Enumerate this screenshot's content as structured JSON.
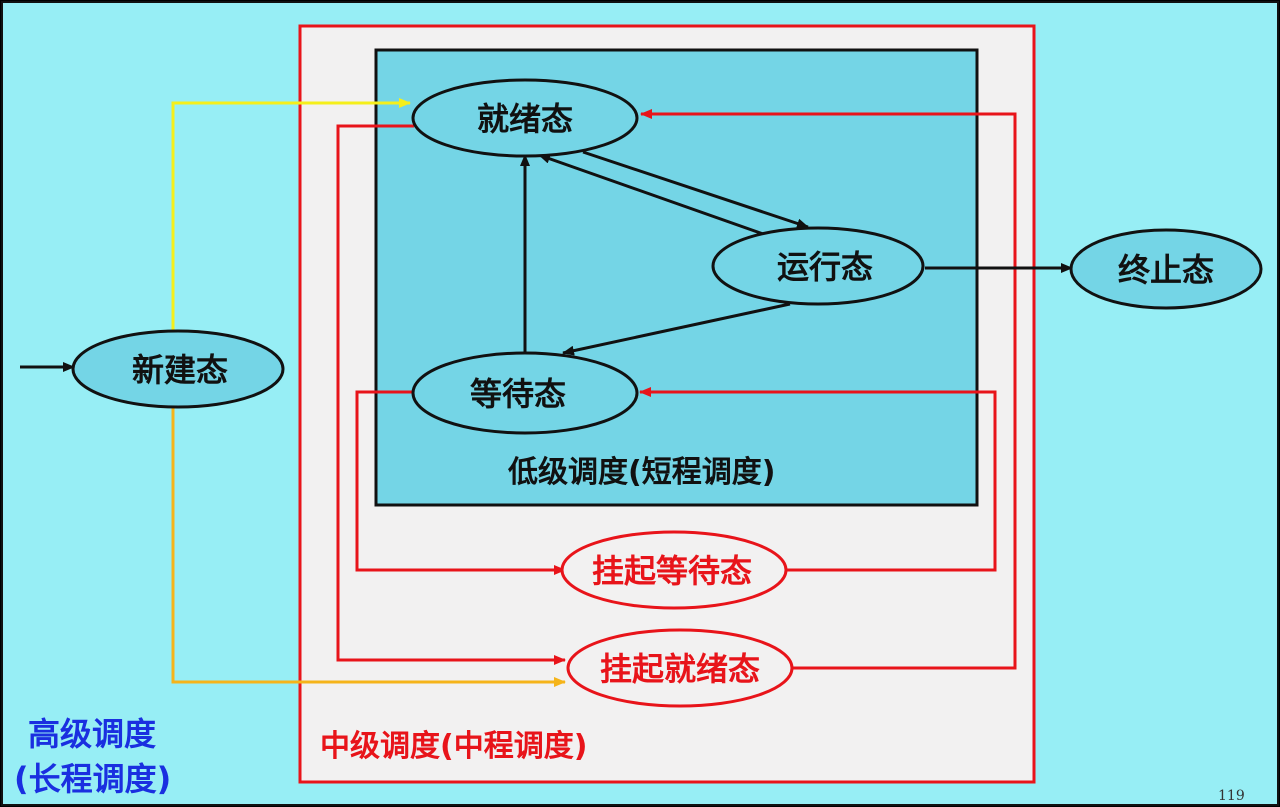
{
  "states": {
    "new": "新建态",
    "ready": "就绪态",
    "running": "运行态",
    "waiting": "等待态",
    "terminated": "终止态",
    "suspended_waiting": "挂起等待态",
    "suspended_ready": "挂起就绪态"
  },
  "regions": {
    "low_level": "低级调度(短程调度)",
    "mid_level": "中级调度(中程调度)",
    "high_level_line1": "高级调度",
    "high_level_line2": "(长程调度)"
  },
  "page_number": "119",
  "colors": {
    "background": "#97eef5",
    "mid_panel": "#f2f1f1",
    "inner_panel": "#74d5e6",
    "ellipse_fill": "#74d5e6",
    "red": "#e8141a",
    "yellow": "#f5ef1a",
    "orange": "#f5b41a",
    "blue_text": "#1a2fe0"
  }
}
